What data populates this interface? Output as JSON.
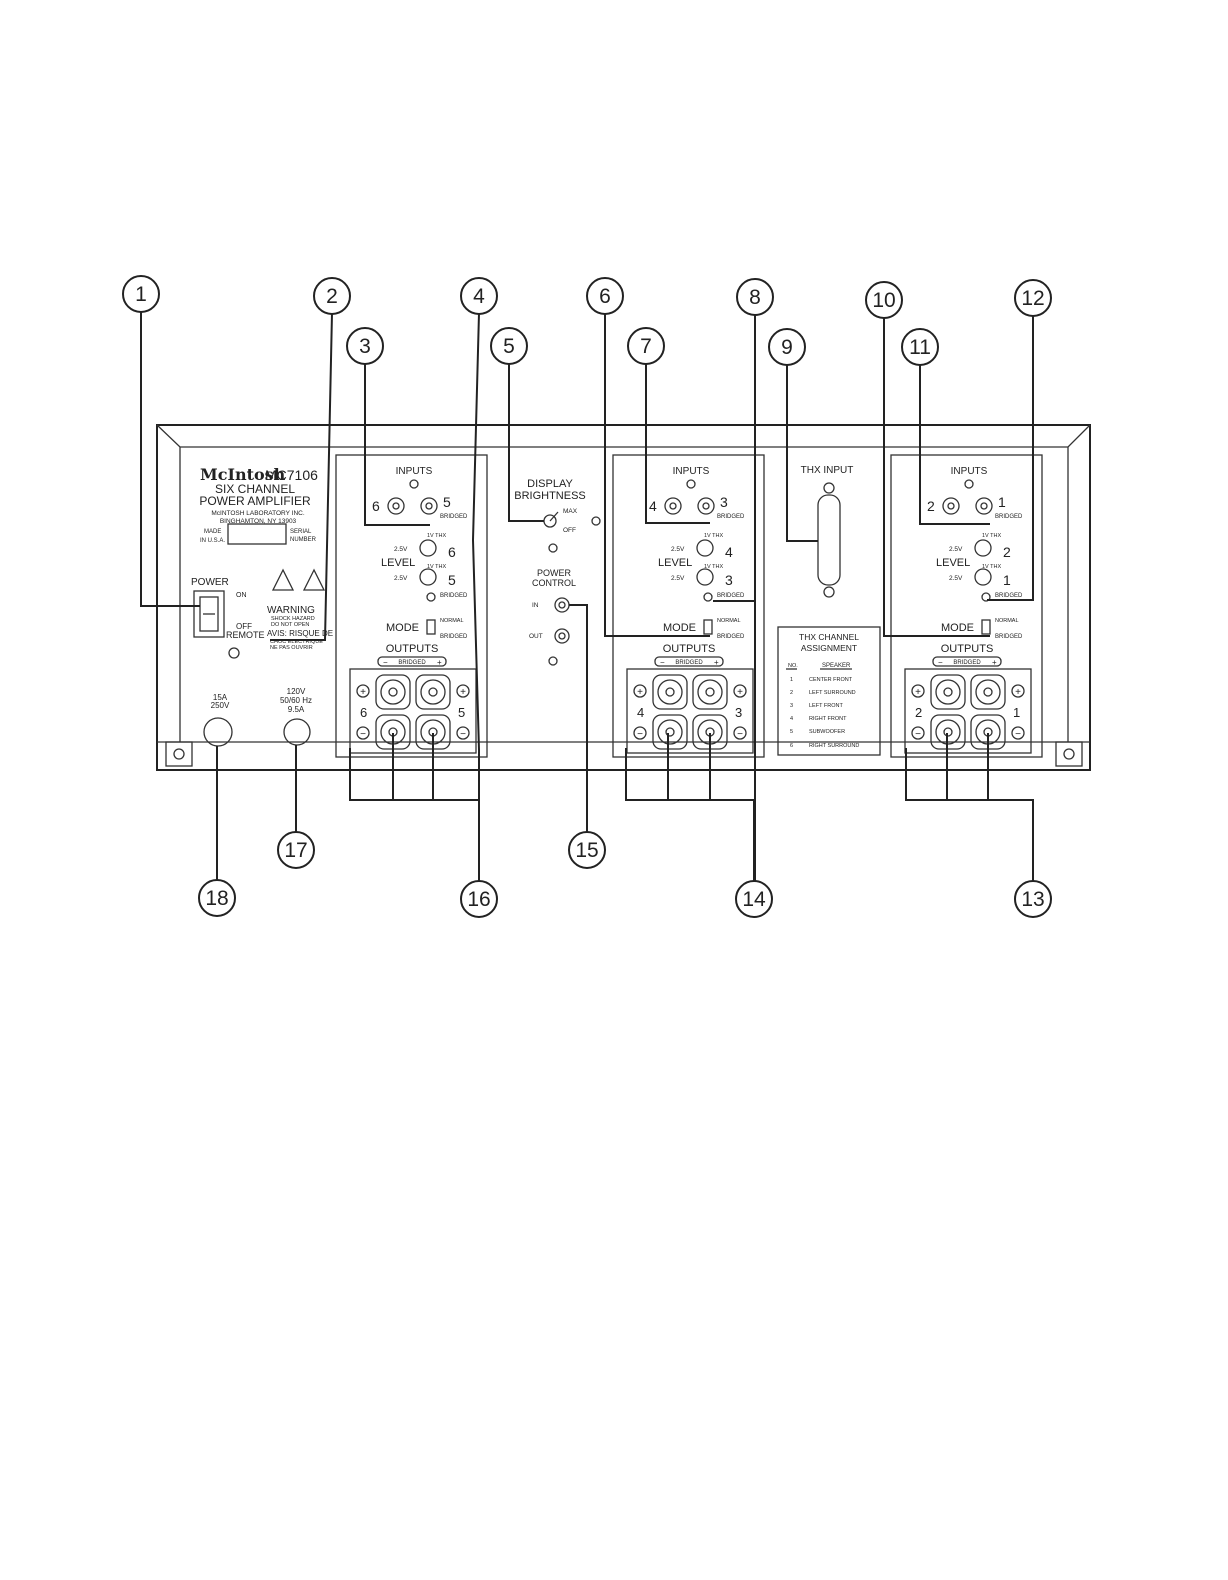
{
  "brand": {
    "logo": "McIntosh",
    "model": "MC7106",
    "line1": "SIX CHANNEL",
    "line2": "POWER AMPLIFIER",
    "maker": "McINTOSH LABORATORY INC.",
    "city": "BINGHAMTON, NY 13903",
    "made": "MADE",
    "in_usa": "IN U.S.A.",
    "serial1": "SERIAL",
    "serial2": "NUMBER"
  },
  "power": {
    "label": "POWER",
    "on": "ON",
    "off": "OFF",
    "remote": "REMOTE"
  },
  "warning": {
    "title": "WARNING",
    "line1": "SHOCK HAZARD",
    "line2": "DO NOT OPEN",
    "line3": "AVIS: RISQUE DE",
    "line4": "CHOC ELECTRIQUE",
    "line5": "NE PAS OUVRIR"
  },
  "fuse": {
    "l1": "15A",
    "l2": "250V"
  },
  "ac": {
    "l1": "120V",
    "l2": "50/60 Hz",
    "l3": "9.5A"
  },
  "common": {
    "inputs": "INPUTS",
    "level": "LEVEL",
    "mode": "MODE",
    "normal": "NORMAL",
    "bridged": "BRIDGED",
    "outputs": "OUTPUTS",
    "v25": "2.5V",
    "thx1v": "1V THX",
    "minus": "−",
    "plus": "+"
  },
  "sections": [
    {
      "a": "6",
      "b": "5"
    },
    {
      "a": "4",
      "b": "3"
    },
    {
      "a": "2",
      "b": "1"
    }
  ],
  "display": {
    "l1": "DISPLAY",
    "l2": "BRIGHTNESS",
    "max": "MAX",
    "off": "OFF"
  },
  "power_control": {
    "l1": "POWER",
    "l2": "CONTROL",
    "in": "IN",
    "out": "OUT"
  },
  "thx_input": "THX INPUT",
  "thx_table": {
    "title1": "THX CHANNEL",
    "title2": "ASSIGNMENT",
    "col1": "NO.",
    "col2": "SPEAKER",
    "rows": [
      {
        "no": "1",
        "speaker": "CENTER FRONT"
      },
      {
        "no": "2",
        "speaker": "LEFT SURROUND"
      },
      {
        "no": "3",
        "speaker": "LEFT FRONT"
      },
      {
        "no": "4",
        "speaker": "RIGHT FRONT"
      },
      {
        "no": "5",
        "speaker": "SUBWOOFER"
      },
      {
        "no": "6",
        "speaker": "RIGHT SURROUND"
      }
    ]
  },
  "callouts": [
    "1",
    "2",
    "3",
    "4",
    "5",
    "6",
    "7",
    "8",
    "9",
    "10",
    "11",
    "12",
    "13",
    "14",
    "15",
    "16",
    "17",
    "18"
  ]
}
